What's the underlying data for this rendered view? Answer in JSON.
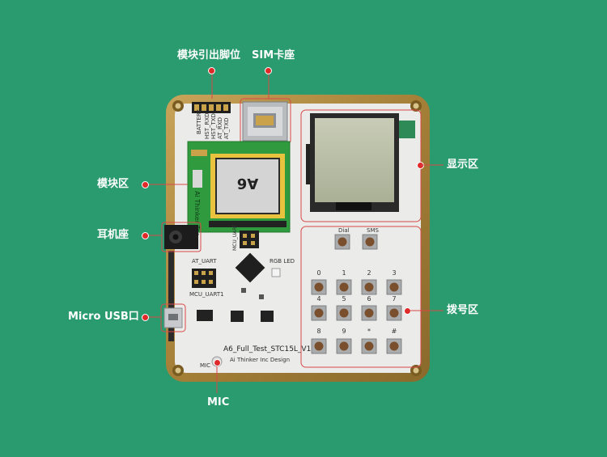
{
  "labels": {
    "module_pins": "模块引出脚位",
    "sim_socket": "SIM卡座",
    "module_area": "模块区",
    "display_area": "显示区",
    "earphone_jack": "耳机座",
    "dial_area": "拨号区",
    "micro_usb": "Micro USB口",
    "mic": "MIC"
  },
  "silkscreen": {
    "pin_names": [
      "BATTERY",
      "HST_RXD",
      "HST_TXD",
      "AT_RXD",
      "AT_TXD"
    ],
    "module_model": "A6",
    "module_brand": "Ai Thinker Tec.",
    "dial": "Dial",
    "sms": "SMS",
    "keypad_digits": [
      "0",
      "1",
      "2",
      "3",
      "4",
      "5",
      "6",
      "7",
      "8",
      "9",
      "*",
      "#"
    ],
    "at_uart": "AT_UART",
    "mcu_uart": "MCU_UART",
    "mcu_uart1": "MCU_UART1",
    "rgb_led": "RGB LED",
    "board_name": "A6_Full_Test_STC15L_V1.0",
    "board_design": "Ai Thinker Inc Design",
    "mic": "MIC"
  },
  "colors": {
    "background": "#2a9b6e",
    "board": "#ebebea",
    "gold_frame": "#b08a3e",
    "module_pcb": "#2f9a3e",
    "callout_dot": "#e02a2a",
    "outline": "#d84848"
  }
}
